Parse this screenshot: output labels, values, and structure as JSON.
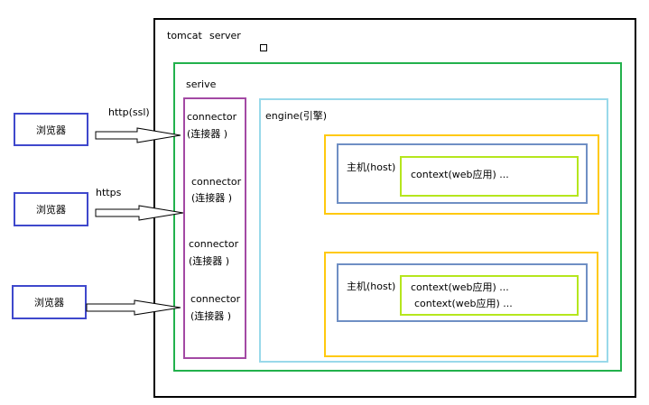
{
  "tomcat": {
    "title": "tomcat",
    "server": "server"
  },
  "service": {
    "label": "serive"
  },
  "engine": {
    "label": "engine(引擎)"
  },
  "connectors": [
    {
      "name": "connector",
      "sub": "(连接器 )"
    },
    {
      "name": "connector",
      "sub": "(连接器 )"
    },
    {
      "name": "connector",
      "sub": "(连接器 )"
    },
    {
      "name": "connector",
      "sub": "(连接器 )"
    }
  ],
  "browsers": [
    {
      "label": "浏览器"
    },
    {
      "label": "浏览器"
    },
    {
      "label": "浏览器"
    }
  ],
  "protocols": {
    "p1": "http(ssl)",
    "p2": "https"
  },
  "hosts": [
    {
      "label": "主机(host)",
      "contexts": [
        "context(web应用) ..."
      ]
    },
    {
      "label": "主机(host)",
      "contexts": [
        "context(web应用) ...",
        "context(web应用) ..."
      ]
    }
  ],
  "colors": {
    "tomcat": "#000000",
    "service": "#22b14c",
    "connector": "#a349a4",
    "engine": "#99d9ea",
    "virtual_host": "#ffc90e",
    "host": "#6f8fc4",
    "context": "#b5e61d",
    "browser": "#3f48cc"
  }
}
